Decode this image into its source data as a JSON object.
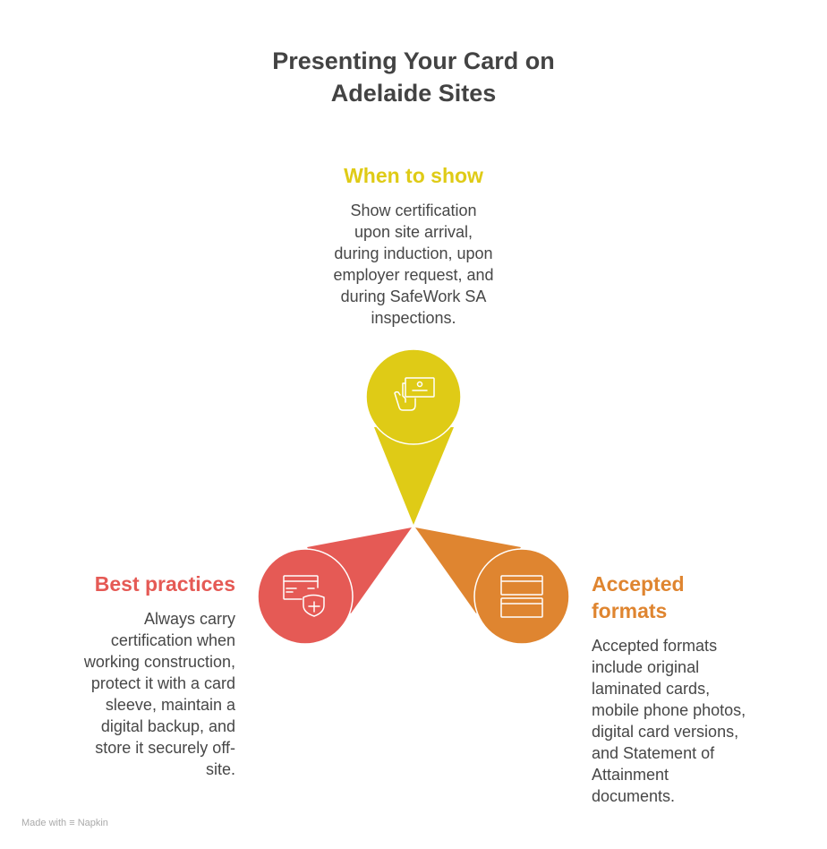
{
  "title_line1": "Presenting Your Card on",
  "title_line2": "Adelaide Sites",
  "sections": [
    {
      "heading": "When to show",
      "color": "#dfcb16",
      "icon": "hand-holding-card-icon",
      "lines": [
        "Show certification",
        "upon site arrival,",
        "during induction, upon",
        "employer request, and",
        "during SafeWork SA",
        "inspections."
      ]
    },
    {
      "heading": "Best practices",
      "color": "#e55a55",
      "icon": "card-shield-icon",
      "lines": [
        "Always carry",
        "certification when",
        "working construction,",
        "protect it with a card",
        "sleeve, maintain a",
        "digital backup, and",
        "store it securely off-",
        "site."
      ]
    },
    {
      "heading_line1": "Accepted",
      "heading_line2": "formats",
      "color": "#df8530",
      "icon": "stacked-cards-icon",
      "lines": [
        "Accepted formats",
        "include original",
        "laminated cards,",
        "mobile phone photos,",
        "digital card versions,",
        "and Statement of",
        "Attainment",
        "documents."
      ]
    }
  ],
  "footer": {
    "made_with": "Made with",
    "brand": "Napkin"
  }
}
